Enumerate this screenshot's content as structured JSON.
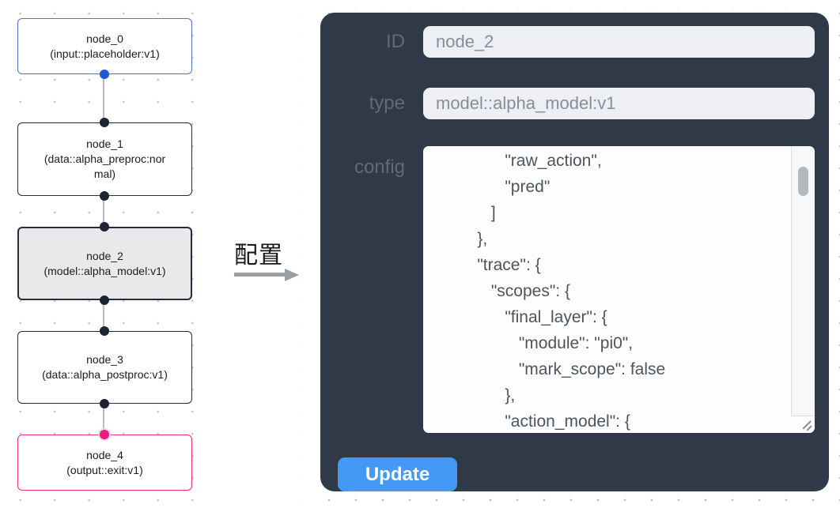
{
  "flow": {
    "nodes": [
      {
        "id": "node_0",
        "type_label": "(input::placeholder:v1)",
        "variant": "input"
      },
      {
        "id": "node_1",
        "type_label": "(data::alpha_preproc:normal)",
        "variant": "default"
      },
      {
        "id": "node_2",
        "type_label": "(model::alpha_model:v1)",
        "variant": "selected"
      },
      {
        "id": "node_3",
        "type_label": "(data::alpha_postproc:v1)",
        "variant": "default"
      },
      {
        "id": "node_4",
        "type_label": "(output::exit:v1)",
        "variant": "output"
      }
    ]
  },
  "transfer": {
    "label": "配置"
  },
  "panel": {
    "id_field": {
      "label": "ID",
      "value": "node_2"
    },
    "type_field": {
      "label": "type",
      "value": "model::alpha_model:v1"
    },
    "config_field": {
      "label": "config",
      "value": "                \"raw_action\",\n                \"pred\"\n             ]\n          },\n          \"trace\": {\n             \"scopes\": {\n                \"final_layer\": {\n                   \"module\": \"pi0\",\n                   \"mark_scope\": false\n                },\n                \"action_model\": {"
    },
    "update_button_label": "Update"
  },
  "colors": {
    "panel_bg": "#2f3947",
    "accent_blue": "#1d5bd6",
    "selection_pink": "#f1197c",
    "update_button_blue": "#4499f7",
    "node_border_dark": "#252c3a",
    "node_border_blue": "#5272c4",
    "node_border_pink": "#ee2e7c",
    "selected_node_bg": "#e9e9eb"
  }
}
